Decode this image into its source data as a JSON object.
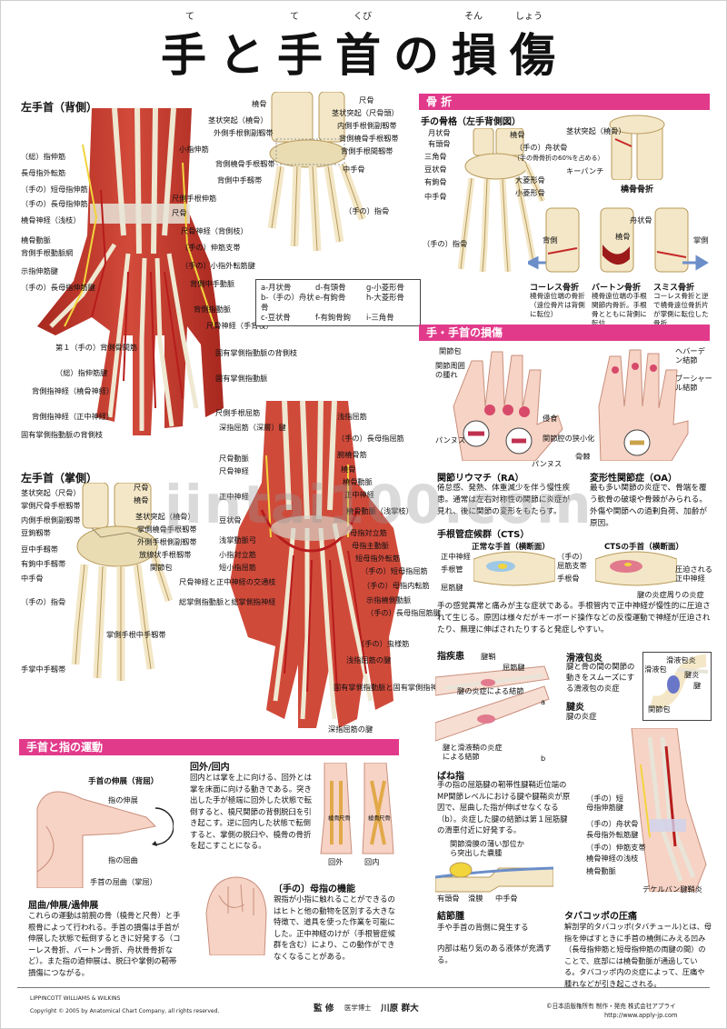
{
  "title": {
    "text": "手と手首の損傷",
    "ruby": [
      "て",
      "て",
      "くび",
      "そん",
      "しょう"
    ]
  },
  "colors": {
    "accent": "#e23a8b",
    "muscle": "#c0392b",
    "tendon": "#e9e4d0",
    "bone": "#f3e7c7",
    "artery": "#b71c1c",
    "nerve": "#f2d43c"
  },
  "dorsal": {
    "heading": "左手首（背側）",
    "labels_left": [
      "（総）指伸筋",
      "長母指外転筋",
      "（手の）短母指伸筋",
      "（手の）長母指伸筋",
      "橈骨神経（浅枝）",
      "橈骨動脈",
      "背側手根動脈網",
      "示指伸筋腱",
      "（手の）長母指伸筋腱",
      "第１（手の）背側骨間筋",
      "（総）指伸筋腱",
      "背側指神経（橈骨神経）",
      "背側指神経（正中神経）",
      "固有掌側指動脈の背側枝"
    ],
    "labels_right": [
      "小指伸筋",
      "尺側手根伸筋",
      "尺骨",
      "尺骨神経（背側枝）",
      "（手の）伸筋支帯",
      "（手の）小指外転筋腱",
      "背側中手動脈",
      "背側指動脈",
      "尺骨神経（手背枝）",
      "固有掌側指動脈の背側枝",
      "固有掌側指動脈"
    ]
  },
  "carpal": {
    "labels_left": [
      "橈骨",
      "茎状突起（橈骨）",
      "外側手根側副靱帯",
      "背側橈骨手根靱帯",
      "背側中手骨靱帯",
      "背側中手靱帯"
    ],
    "labels_right": [
      "尺骨",
      "茎状突起（尺骨頭）",
      "内側手根側副靱帯",
      "背側橈骨手根靱帯",
      "背側手根間靱帯",
      "中手骨",
      "（手の）指骨"
    ],
    "legend": [
      "a-月状骨",
      "d-有頭骨",
      "g-小菱形骨",
      "b-（手の）舟状骨",
      "e-有鉤骨",
      "h-大菱形骨",
      "c-豆状骨",
      "f-有鉤骨鉤",
      "i-三角骨"
    ]
  },
  "palmar": {
    "heading": "左手首（掌側）",
    "labels_left": [
      "茎状突起（尺骨）",
      "掌側尺骨手根靱帯",
      "内側手根側副靱帯",
      "豆鉤靱帯",
      "豆中手靱帯",
      "有鉤中手靱帯",
      "中手骨",
      "（手の）指骨",
      "手掌中手靱帯"
    ],
    "labels_right": [
      "尺骨",
      "橈骨",
      "茎状突起（橈骨）",
      "掌側橈骨手根靱帯",
      "外側手根側副靱帯",
      "放線状手根靱帯",
      "関節包",
      "掌側手根中手靱帯"
    ]
  },
  "deep": {
    "labels_left": [
      "尺側手根屈筋",
      "深指屈筋（深層）腱",
      "尺骨動脈",
      "尺骨神経",
      "正中神経",
      "豆状骨",
      "浅掌動脈弓",
      "小指対立筋",
      "短小指屈筋",
      "尺骨神経と正中神経の交通枝",
      "総掌側指動脈と総掌側指神経"
    ],
    "labels_right": [
      "浅指屈筋",
      "（手の）長母指屈筋",
      "腕橈骨筋",
      "橈骨",
      "橈骨動脈",
      "正中神経",
      "橈骨動脈（浅掌枝）",
      "母指対立筋",
      "母指主動脈",
      "短母指外転筋",
      "（手の）短母指屈筋",
      "（手の）母指内転筋",
      "示指橈側動脈",
      "（手の）長母指屈筋腱",
      "（手の）虫様筋",
      "浅指屈筋の腱",
      "固有掌側指動脈と固有掌側指神経",
      "深指屈筋の腱"
    ]
  },
  "fracture": {
    "heading": "骨 折",
    "sub": "手の骨格（左手背側図）",
    "labels": [
      "月状骨",
      "有頭骨",
      "三角骨",
      "豆状骨",
      "有鉤骨",
      "中手骨",
      "（手の）指骨",
      "橈骨",
      "（手の）舟状骨",
      "（手の骨骨折の60%を占める）",
      "大菱形骨",
      "小菱形骨"
    ],
    "styloid": "茎状突起（橈骨）",
    "keypunch": "キーパンチ",
    "radial_fx": "橈骨骨折",
    "types": [
      {
        "name": "コーレス骨折",
        "desc": "橈骨遠位端の骨折（遠位骨片は背側に転位）"
      },
      {
        "name": "バートン骨折",
        "desc": "橈骨遠位端の手根関節内骨折。手根骨とともに背側に転位"
      },
      {
        "name": "スミス骨折",
        "desc": "コーレス骨折と逆で橈骨遠位骨折片が掌側に転位した骨折"
      }
    ],
    "arrow_labels": [
      "背側",
      "舟状骨",
      "橈骨",
      "掌側"
    ]
  },
  "injury": {
    "heading": "手・手首の損傷",
    "ra_labels": [
      "関節包",
      "関節周囲の腫れ",
      "パンヌス",
      "侵食",
      "関節腔の狭小化",
      "パンヌス"
    ],
    "oa_labels": [
      "ヘバーデン結節",
      "ブーシャール結節",
      "骨棘"
    ],
    "ra_title": "関節リウマチ（RA）",
    "ra_text": "倦怠感、発熱、体重減少を伴う慢性疾患。通常は左右対称性の関節に炎症が見れ、後に関節の変形をもたらす。",
    "oa_title": "変形性関節症（OA）",
    "oa_text": "最も多い関節の炎症で、骨端を覆う軟骨の破壊や骨棘がみられる。外傷や関節への過剰負荷、加齢が原因。",
    "cts_title": "手根管症候群（CTS）",
    "cts_normal": "正常な手首（横断面）",
    "cts_cts": "CTSの手首（横断面）",
    "cts_labels_left": [
      "正中神経",
      "手根管",
      "屈筋腱"
    ],
    "cts_labels_mid": [
      "（手の）屈筋支帯",
      "手根骨"
    ],
    "cts_labels_right": [
      "圧迫される正中神経",
      "腱の炎症周りの炎症"
    ],
    "cts_text": "手の感覚異常と痛みが主な症状である。手根管内で正中神経が慢性的に圧迫されて生じる。原因は様々だがキーボード操作などの反復運動で神経が圧迫されたり、無理に伸ばされたりすると発症しやすい。"
  },
  "tendon": {
    "finger_title": "指疾患",
    "finger_labels": [
      "腱鞘",
      "屈筋腱",
      "腱の炎症による結節",
      "腱と滑液鞘の炎症による結節"
    ],
    "mark_a": "a",
    "mark_b": "b",
    "synovitis_title": "滑液包炎",
    "synovitis_text": "腱と骨の間の関節の動きをスムーズにする滑液包の炎症",
    "tenosynovitis_title": "腱炎",
    "tenosynovitis_text": "腱の炎症",
    "inset_labels": [
      "滑液包炎",
      "滑液包",
      "腱炎",
      "腱",
      "関節包"
    ],
    "trigger_title": "ばね指",
    "trigger_text": "手の指の屈筋腱の靭帯性腱鞘近位端のMP関節レベルにおける腱や腱鞘炎が原因で、屈曲した指が伸ばせなくなる（b）。炎症した腱の結節は第１屈筋腱の滑車付近に好発する。",
    "ganglion_labels": [
      "関節滑膜の薄い部位から突出した嚢腫",
      "有頭骨",
      "滑膜",
      "中手骨"
    ],
    "ganglion_title": "結節腫",
    "ganglion_text": "手や手首の背側に発生する",
    "ganglion_text2": "内部は粘り気のある液体が充満する。",
    "dq_labels": [
      "（手の）短母指伸筋腱",
      "（手の）舟状骨",
      "長母指外転筋腱",
      "（手の）伸筋支帯",
      "橈骨神経の浅枝",
      "橈骨動脈",
      "デケルバン腱鞘炎"
    ],
    "dq_title": "タバコッポの圧痛",
    "dq_text": "解剖学的タバコッポ(タバチュール)とは、母指を伸ばすときに手首の橈側にみえる凹み（長母指伸筋と短母指伸筋の両腱の間）のことで、底部には橈骨動脈が通過している。タバコッポ内の炎症によって、圧痛や腫れなどが引き起こされる。"
  },
  "motion": {
    "heading": "手首と指の運動",
    "sub": "手首の伸展（背屈）",
    "hand_labels": [
      "指の伸展",
      "指の屈曲",
      "手首の屈曲（掌屈）"
    ],
    "flex_title": "屈曲/伸展/過伸展",
    "flex_text": "これらの運動は前腕の骨（橈骨と尺骨）と手根骨によって行われる。手首の損傷は手首が伸展した状態で転倒するときに好発する（コーレス骨折、バートン骨折、舟状骨骨折など）。また指の過伸展は、脱臼や掌側の靭帯損傷につながる。",
    "prono_title": "回外/回内",
    "prono_text": "回内とは掌を上に向ける、回外とは掌を床面に向ける動きである。突き出した手が極端に回外した状態で転倒すると、橈尺関節の背側脱臼を引き起こす。逆に回内した状態で転倒すると、掌側の脱臼や、橈骨の骨折を起こすことになる。",
    "arm_labels": [
      "回外",
      "回内",
      "橈骨",
      "尺骨",
      "橈骨",
      "尺骨"
    ],
    "thumb_title": "〔手の〕母指の機能",
    "thumb_text": "親指が小指に触れることができるのはヒトと他の動物を区別する大きな特徴で、道具を使った作業を可能にした。正中神経のけが（手根管症候群を含む）により、この動作ができなくなることがある。"
  },
  "watermark": "jintai100.com",
  "footer": {
    "company_left": "LIPPINCOTT WILLIAMS & WILKINS",
    "copyright": "Copyright © 2005 by Anatomical Chart Company, all rights reserved.",
    "supervisor_label": "監 修",
    "supervisor_title": "医学博士",
    "supervisor_name": "川原 群大",
    "right1": "©日本語版権所有 制作・発売 株式会社アプライ",
    "right2": "http://www.apply-jp.com"
  }
}
